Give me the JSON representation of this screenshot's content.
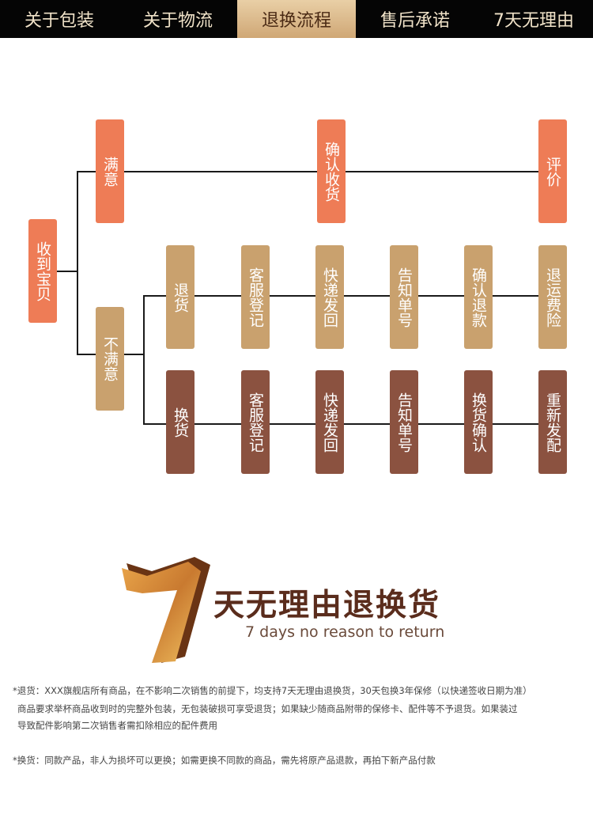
{
  "nav": {
    "tabs": [
      {
        "label": "关于包装"
      },
      {
        "label": "关于物流"
      },
      {
        "label": "退换流程",
        "active": true
      },
      {
        "label": "售后承诺"
      },
      {
        "label": "7天无理由"
      }
    ]
  },
  "flow": {
    "start": "收到宝贝",
    "satisfied": "满意",
    "confirm_receipt": "确认收货",
    "review": "评价",
    "unsatisfied": "不满意",
    "return_row": [
      "退货",
      "客服登记",
      "快递发回",
      "告知单号",
      "确认退款",
      "退运费险"
    ],
    "exchange_row": [
      "换货",
      "客服登记",
      "快递发回",
      "告知单号",
      "换货确认",
      "重新发配"
    ]
  },
  "banner": {
    "number": "7",
    "title": "天无理由退换货",
    "subtitle": "7 days no reason to return"
  },
  "notes": {
    "return_line1": "*退货：XXX旗舰店所有商品，在不影响二次销售的前提下，均支持7天无理由退换货，30天包换3年保修（以快递签收日期为准）",
    "return_line2": "商品要求举杯商品收到时的完整外包装，无包装破损可享受退货；如果缺少随商品附带的保修卡、配件等不予退货。如果装过",
    "return_line3": "导致配件影响第二次销售者需扣除相应的配件费用",
    "exchange": "*换货：同款产品，非人为损坏可以更换；如需更换不同款的商品，需先将原产品退款，再拍下新产品付款"
  },
  "colors": {
    "orange": "#ee7c56",
    "tan": "#c9a16e",
    "brown": "#8b5240"
  }
}
